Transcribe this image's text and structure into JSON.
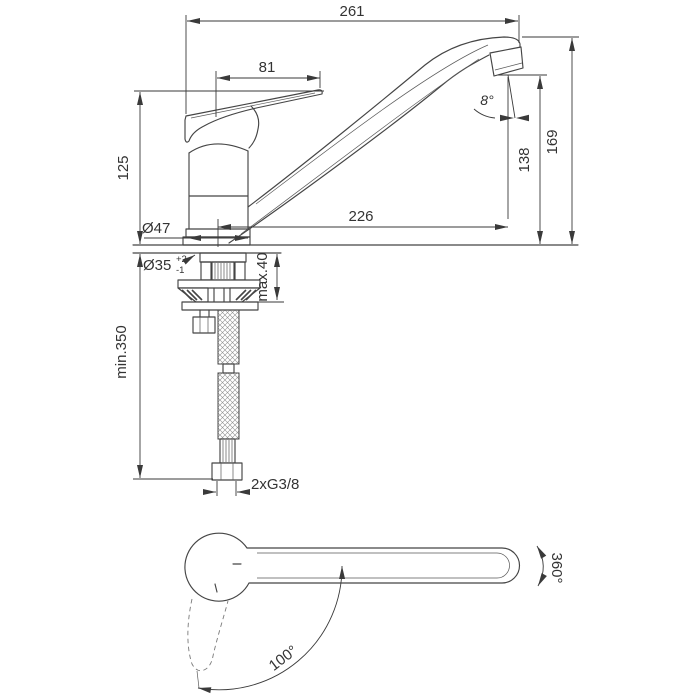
{
  "side_view": {
    "overall_length": "261",
    "handle_length": "81",
    "height_to_handle": "125",
    "base_diameter": "Ø47",
    "spout_reach": "226",
    "outlet_height": "138",
    "overall_height": "169",
    "outlet_angle": "8°",
    "hole_diameter": "Ø35",
    "hole_tol_upper": "+2",
    "hole_tol_lower": "-1",
    "max_deck_thickness": "max.40",
    "min_hose_length": "min.350",
    "connection_thread": "2xG3/8"
  },
  "top_view": {
    "handle_swivel": "100°",
    "spout_swivel": "360°"
  },
  "colors": {
    "line": "#454545",
    "text": "#333333",
    "background": "#ffffff"
  }
}
